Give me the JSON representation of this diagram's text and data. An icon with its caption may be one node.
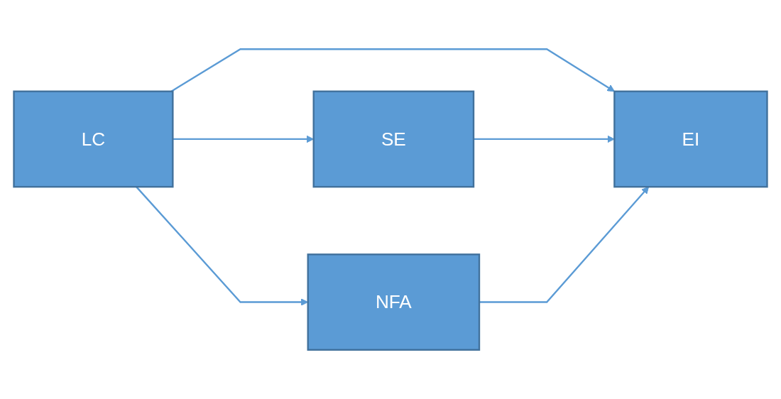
{
  "diagram": {
    "nodes": [
      {
        "text": [
          "LC"
        ]
      },
      {
        "text": [
          "SE"
        ]
      },
      {
        "text": [
          "NFA"
        ]
      },
      {
        "text": [
          "EI"
        ]
      }
    ],
    "edges": [
      {
        "from": 0,
        "to": 1,
        "arrow": "to"
      },
      {
        "from": 0,
        "to": 3,
        "arrow": "to"
      },
      {
        "from": 0,
        "to": 2,
        "arrow": "to"
      },
      {
        "from": 1,
        "to": 3,
        "arrow": "to"
      },
      {
        "from": 2,
        "to": 3,
        "arrow": "to"
      }
    ]
  }
}
